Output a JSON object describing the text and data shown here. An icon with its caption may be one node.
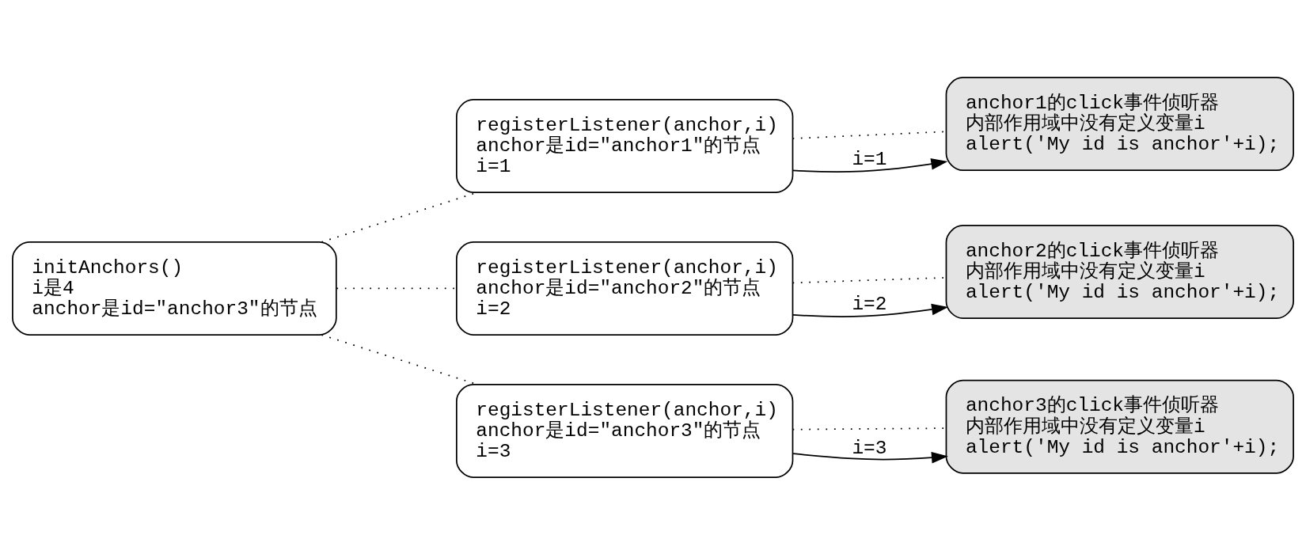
{
  "diagram": {
    "nodes": [
      {
        "text": [
          "initAnchors()",
          "i是4",
          "anchor是id=\"anchor3\"的节点"
        ]
      },
      {
        "text": [
          "registerListener(anchor,i)",
          "anchor是id=\"anchor1\"的节点",
          "i=1"
        ]
      },
      {
        "text": [
          "anchor1的click事件侦听器",
          "内部作用域中没有定义变量i",
          "alert('My id is anchor'+i);"
        ]
      },
      {
        "text": [
          "registerListener(anchor,i)",
          "anchor是id=\"anchor2\"的节点",
          "i=2"
        ]
      },
      {
        "text": [
          "anchor2的click事件侦听器",
          "内部作用域中没有定义变量i",
          "alert('My id is anchor'+i);"
        ]
      },
      {
        "text": [
          "registerListener(anchor,i)",
          "anchor是id=\"anchor3\"的节点",
          "i=3"
        ]
      },
      {
        "text": [
          "anchor3的click事件侦听器",
          "内部作用域中没有定义变量i",
          "alert('My id is anchor'+i);"
        ]
      }
    ],
    "edges": [
      {
        "from": 0,
        "to": 1,
        "arrow": "none",
        "style": "dashed"
      },
      {
        "from": 0,
        "to": 3,
        "arrow": "none",
        "style": "dashed"
      },
      {
        "from": 0,
        "to": 5,
        "arrow": "none",
        "style": "dashed"
      },
      {
        "from": 1,
        "to": 2,
        "arrow": "none",
        "style": "dashed"
      },
      {
        "from": 3,
        "to": 4,
        "arrow": "none",
        "style": "dashed"
      },
      {
        "from": 5,
        "to": 6,
        "arrow": "none",
        "style": "dashed"
      },
      {
        "from": 1,
        "to": 2,
        "arrow": "to",
        "label": "i=1"
      },
      {
        "from": 3,
        "to": 4,
        "arrow": "to",
        "label": "i=2"
      },
      {
        "from": 5,
        "to": 6,
        "arrow": "to",
        "label": "i=3"
      }
    ]
  }
}
